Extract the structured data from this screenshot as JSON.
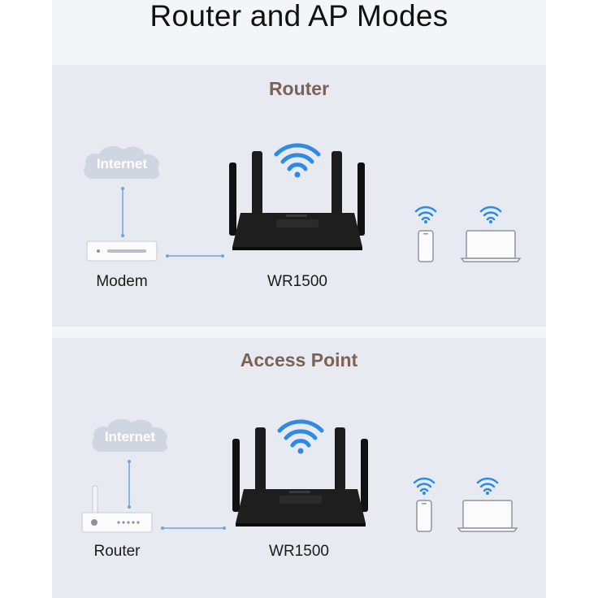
{
  "title": "Router and AP Modes",
  "panels": [
    {
      "heading": "Router",
      "source_device_label": "Modem",
      "internet_label": "Internet",
      "main_device_label": "WR1500"
    },
    {
      "heading": "Access Point",
      "source_device_label": "Router",
      "internet_label": "Internet",
      "main_device_label": "WR1500"
    }
  ],
  "colors": {
    "wifi": "#2e8ae6",
    "link_line": "#6fa3e3",
    "router_body": "#141414",
    "heading": "#7a6354",
    "cloud": "#cfd6e2"
  },
  "icons": [
    "cloud-icon",
    "modem-icon",
    "router-icon",
    "wifi-icon",
    "smartphone-icon",
    "laptop-icon"
  ]
}
